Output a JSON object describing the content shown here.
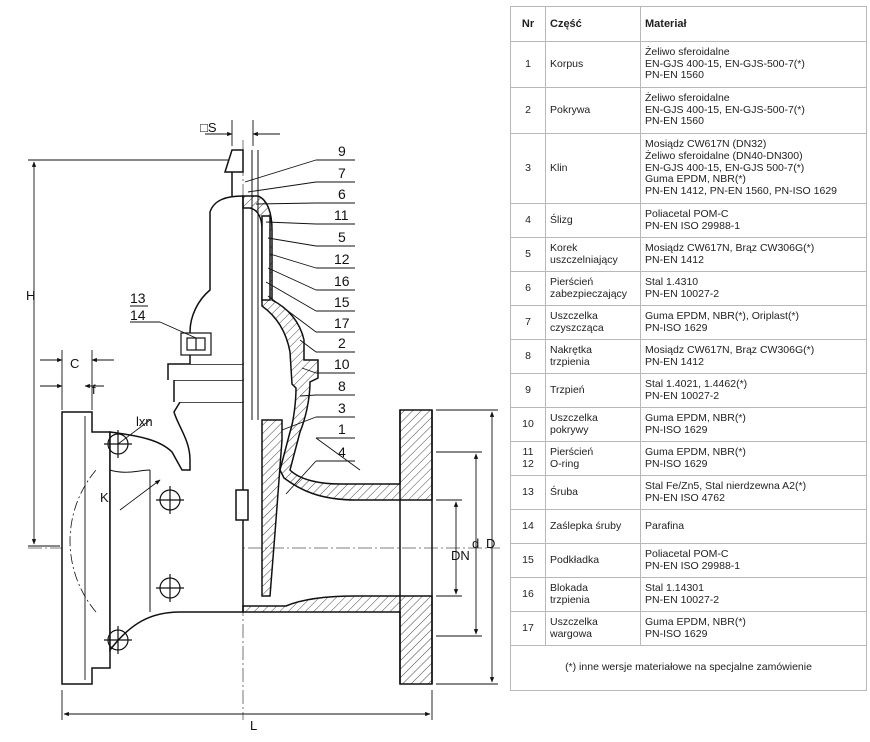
{
  "drawing": {
    "dimension_labels": {
      "s": "□S",
      "h": "H",
      "c": "C",
      "f": "f",
      "k": "K",
      "lxn": "lxn",
      "dn": "DN",
      "d_small": "d",
      "d_large": "D",
      "l": "L"
    },
    "callouts": [
      {
        "num": "9",
        "underlined": false
      },
      {
        "num": "7",
        "underlined": false
      },
      {
        "num": "6",
        "underlined": false
      },
      {
        "num": "11",
        "underlined": false
      },
      {
        "num": "5",
        "underlined": false
      },
      {
        "num": "12",
        "underlined": false
      },
      {
        "num": "16",
        "underlined": false
      },
      {
        "num": "15",
        "underlined": false
      },
      {
        "num": "17",
        "underlined": false
      },
      {
        "num": "2",
        "underlined": false
      },
      {
        "num": "10",
        "underlined": false
      },
      {
        "num": "8",
        "underlined": false
      },
      {
        "num": "3",
        "underlined": false
      },
      {
        "num": "1",
        "underlined": false
      },
      {
        "num": "4",
        "underlined": false
      },
      {
        "num": "13",
        "underlined": true
      },
      {
        "num": "14",
        "underlined": false
      }
    ]
  },
  "table": {
    "headers": {
      "nr": "Nr",
      "part": "Część",
      "material": "Materiał"
    },
    "rows": [
      {
        "nr": "1",
        "part": "Korpus",
        "material": "Żeliwo sferoidalne\nEN-GJS 400-15, EN-GJS-500-7(*)\nPN-EN 1560"
      },
      {
        "nr": "2",
        "part": "Pokrywa",
        "material": "Żeliwo sferoidalne\nEN-GJS 400-15, EN-GJS-500-7(*)\nPN-EN 1560"
      },
      {
        "nr": "3",
        "part": "Klin",
        "material": "Mosiądz CW617N (DN32)\nŻeliwo sferoidalne (DN40-DN300)\nEN-GJS 400-15, EN-GJS 500-7(*)\nGuma EPDM, NBR(*)\nPN-EN 1412, PN-EN 1560, PN-ISO 1629"
      },
      {
        "nr": "4",
        "part": "Ślizg",
        "material": "Poliacetal POM-C\nPN-EN ISO 29988-1"
      },
      {
        "nr": "5",
        "part": "Korek\nuszczelniający",
        "material": "Mosiądz CW617N, Brąz CW306G(*)\nPN-EN 1412"
      },
      {
        "nr": "6",
        "part": "Pierścień\nzabezpieczający",
        "material": "Stal 1.4310\nPN-EN 10027-2"
      },
      {
        "nr": "7",
        "part": "Uszczelka\nczyszcząca",
        "material": "Guma EPDM, NBR(*), Oriplast(*)\nPN-ISO 1629"
      },
      {
        "nr": "8",
        "part": "Nakrętka\ntrzpienia",
        "material": "Mosiądz CW617N, Brąz CW306G(*)\nPN-EN 1412"
      },
      {
        "nr": "9",
        "part": "Trzpień",
        "material": "Stal 1.4021, 1.4462(*)\nPN-EN 10027-2"
      },
      {
        "nr": "10",
        "part": "Uszczelka\npokrywy",
        "material": "Guma EPDM, NBR(*)\nPN-ISO 1629"
      },
      {
        "nr": "11\n12",
        "part": "Pierścień\nO-ring",
        "material": "Guma EPDM, NBR(*)\nPN-ISO 1629"
      },
      {
        "nr": "13",
        "part": "Śruba",
        "material": "Stal Fe/Zn5, Stal nierdzewna A2(*)\nPN-EN ISO 4762"
      },
      {
        "nr": "14",
        "part": "Zaślepka śruby",
        "material": "Parafina"
      },
      {
        "nr": "15",
        "part": "Podkładka",
        "material": "Poliacetal POM-C\nPN-EN ISO 29988-1"
      },
      {
        "nr": "16",
        "part": "Blokada\ntrzpienia",
        "material": "Stal 1.14301\nPN-EN 10027-2"
      },
      {
        "nr": "17",
        "part": "Uszczelka\nwargowa",
        "material": "Guma EPDM, NBR(*)\nPN-ISO 1629"
      }
    ],
    "footnote": "(*) inne wersje materiałowe na specjalne zamówienie"
  }
}
